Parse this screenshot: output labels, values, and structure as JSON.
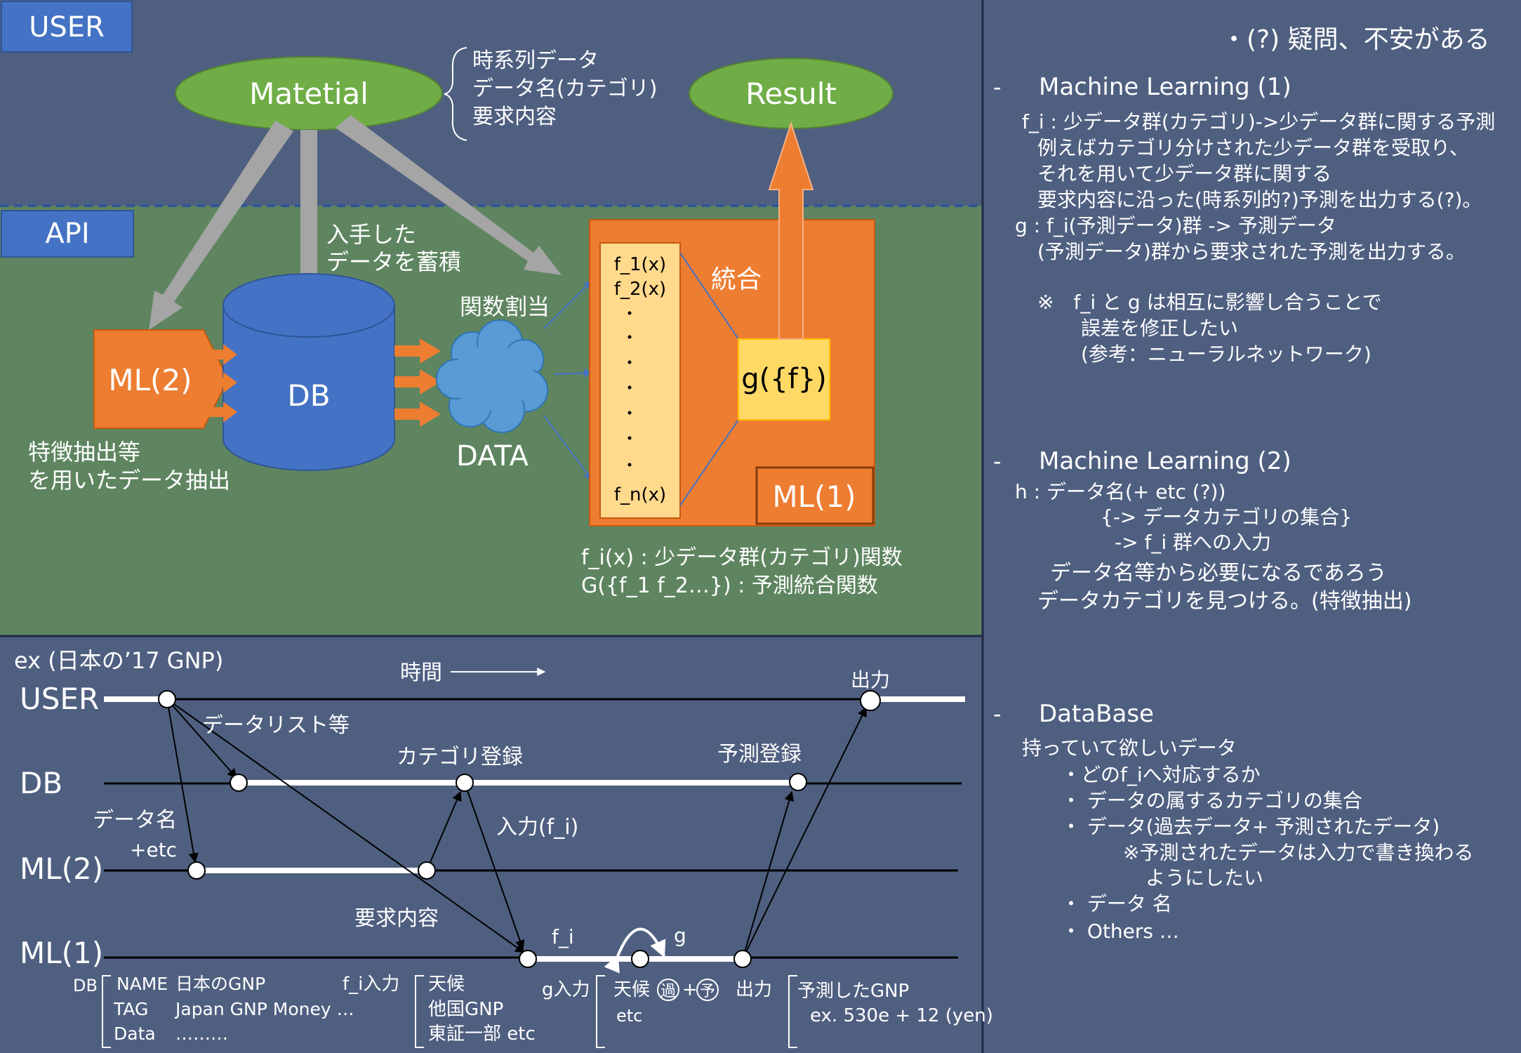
{
  "api_section": {
    "user_label": "USER",
    "api_label": "API",
    "materials": {
      "label": "Matetial",
      "notes": [
        "時系列データ",
        "データ名(カテゴリ)",
        "要求内容"
      ]
    },
    "result_label": "Result",
    "accumulate": [
      "入手した",
      "データを蓄積"
    ],
    "db_label": "DB",
    "ml2_label": "ML(2)",
    "ml2_notes": [
      "特徴抽出等",
      "を用いたデータ抽出"
    ],
    "assign_label": "関数割当",
    "data_label": "DATA",
    "functions": [
      "f_1(x)",
      "f_2(x)",
      "f_n(x)"
    ],
    "integrate_label": "統合",
    "g_label": "g({f})",
    "ml1_label": "ML(1)",
    "definitions": [
      "f_i(x) : 少データ群(カテゴリ)関数",
      "G({f_1 f_2…}) : 予測統合関数"
    ]
  },
  "notes_panel": {
    "header": "・(?) 疑問、不安がある",
    "ml1": {
      "title": "Machine Learning (1)",
      "lines": [
        "f_i : 少データ群(カテゴリ)->少データ群に関する予測",
        "例えばカテゴリ分けされた少データ群を受取り、",
        "それを用いて少データ群に関する",
        "要求内容に沿った(時系列的?)予測を出力する(?)。",
        "g : f_i(予測データ)群 -> 予測データ",
        "(予測データ)群から要求された予測を出力する。",
        "※　f_i と g は相互に影響し合うことで",
        "誤差を修正したい",
        "(参考：ニューラルネットワーク)"
      ]
    },
    "ml2": {
      "title": "Machine Learning (2)",
      "lines": [
        "h : データ名(+ etc (?))",
        "{-> データカテゴリの集合}",
        "-> f_i 群への入力",
        "データ名等から必要になるであろう",
        "データカテゴリを見つける。(特徴抽出)"
      ]
    },
    "db": {
      "title": "DataBase",
      "lines": [
        "持っていて欲しいデータ",
        "・どのf_iへ対応するか",
        "・ データの属するカテゴリの集合",
        "・ データ(過去データ+ 予測されたデータ)",
        "※予測されたデータは入力で書き換わる",
        "ようにしたい",
        "・ データ 名",
        "・ Others …"
      ]
    }
  },
  "sequence": {
    "example_title": "ex (日本の’17 GNP)",
    "time_label": "時間",
    "lanes": [
      "USER",
      "DB",
      "ML(2)",
      "ML(1)"
    ],
    "labels": {
      "output_top": "出力",
      "data_list": "データリスト等",
      "category_register": "カテゴリ登録",
      "prediction_register": "予測登録",
      "data_name": "データ名",
      "etc": "+etc",
      "input_fi": "入力(f_i)",
      "request": "要求内容",
      "fi": "f_i",
      "g": "g"
    },
    "db_block": {
      "label": "DB",
      "rows": [
        [
          "NAME",
          "日本のGNP"
        ],
        [
          "TAG",
          "Japan GNP Money …"
        ],
        [
          "Data",
          "………"
        ]
      ]
    },
    "fi_input": {
      "label": "f_i入力",
      "items": [
        "天候",
        "他国GNP",
        "東証一部 etc"
      ]
    },
    "g_input": {
      "label": "g入力",
      "items": [
        "天候",
        "+",
        "etc"
      ],
      "circled": [
        "過",
        "予"
      ]
    },
    "output": {
      "label": "出力",
      "items": [
        "予測したGNP",
        "ex. 530e + 12 (yen)"
      ]
    }
  },
  "colors": {
    "background": "#4f5f80",
    "api_green": "#5e8560",
    "label_blue": "#4472c4",
    "ellipse_green": "#70ad47",
    "orange": "#ed7d31",
    "func_box": "#ffd98c",
    "g_box": "#ffd966",
    "db_blue": "#4472c4",
    "cloud_blue": "#5b9bd5",
    "arrow_gray": "#a5a5a5"
  }
}
